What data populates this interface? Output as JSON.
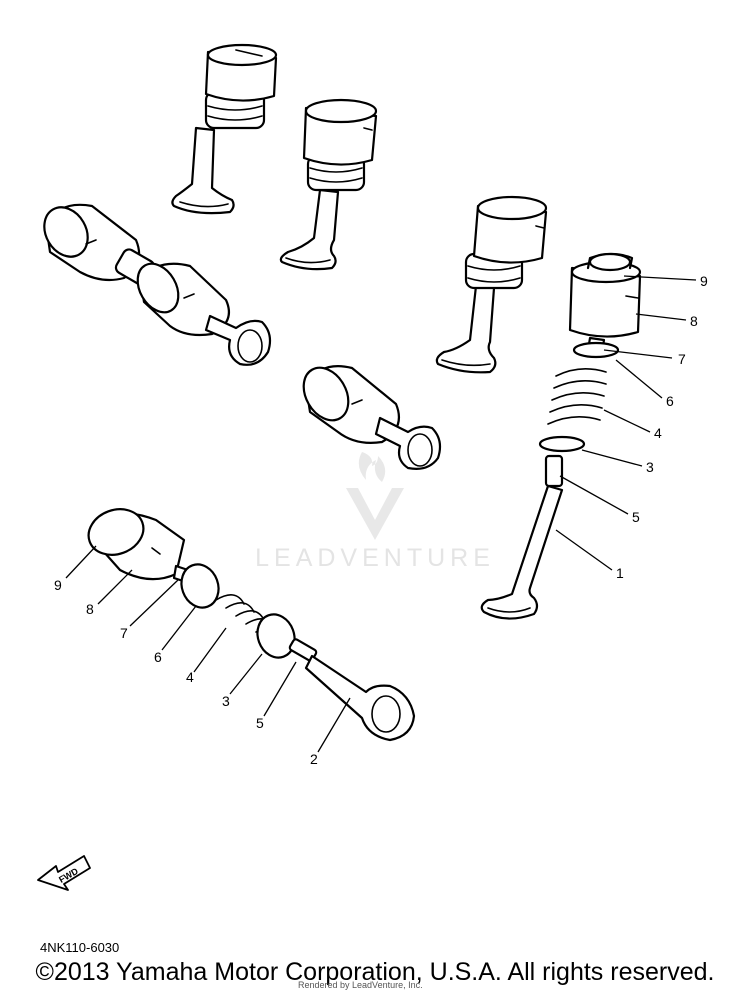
{
  "watermark": {
    "brand": "LEADVENTURE"
  },
  "callouts": [
    {
      "id": "r9",
      "label": "9"
    },
    {
      "id": "r8",
      "label": "8"
    },
    {
      "id": "r7",
      "label": "7"
    },
    {
      "id": "r6",
      "label": "6"
    },
    {
      "id": "r4",
      "label": "4"
    },
    {
      "id": "r3",
      "label": "3"
    },
    {
      "id": "r5",
      "label": "5"
    },
    {
      "id": "r1",
      "label": "1"
    },
    {
      "id": "l9",
      "label": "9"
    },
    {
      "id": "l8",
      "label": "8"
    },
    {
      "id": "l7",
      "label": "7"
    },
    {
      "id": "l6",
      "label": "6"
    },
    {
      "id": "l4",
      "label": "4"
    },
    {
      "id": "l3",
      "label": "3"
    },
    {
      "id": "l5",
      "label": "5"
    },
    {
      "id": "l2",
      "label": "2"
    }
  ],
  "fwd_label": "FWD",
  "diagram_code": "4NK110-6030",
  "copyright": "©2013 Yamaha Motor Corporation, U.S.A. All rights reserved.",
  "rendered_by": "Rendered by LeadVenture, Inc."
}
